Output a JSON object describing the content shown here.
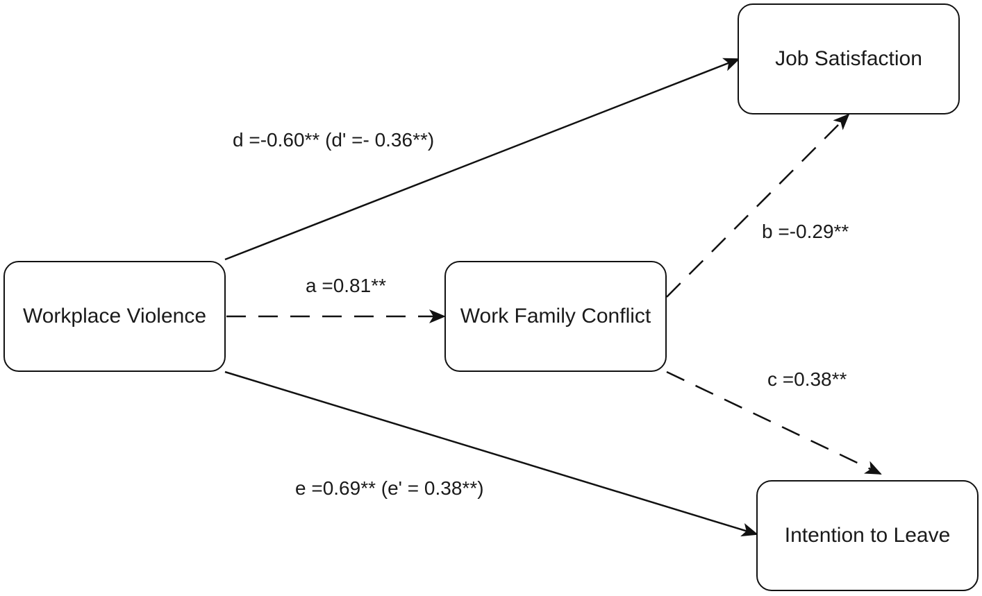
{
  "nodes": {
    "workplace_violence": "Workplace Violence",
    "work_family_conflict": "Work Family Conflict",
    "job_satisfaction": "Job Satisfaction",
    "intention_to_leave": "Intention to Leave"
  },
  "edges": {
    "a": "a =0.81**",
    "b": "b =-0.29**",
    "c": "c =0.38**",
    "d": "d =-0.60** (d' =- 0.36**)",
    "e": "e =0.69** (e' = 0.38**)"
  },
  "colors": {
    "stroke": "#111111",
    "text": "#1a1a1a",
    "background": "#ffffff"
  }
}
